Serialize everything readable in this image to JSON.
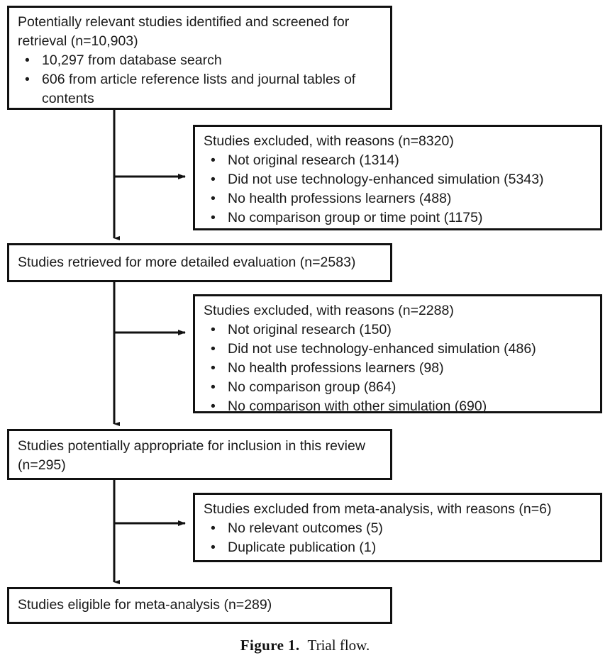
{
  "figure": {
    "caption_label": "Figure 1.",
    "caption_text": "Trial flow.",
    "bullet_glyph": "•"
  },
  "nodes": {
    "identified": {
      "header": "Potentially relevant studies identified and screened for retrieval (n=10,903)",
      "items": [
        "10,297 from database search",
        "606 from article reference lists and journal tables of contents"
      ]
    },
    "excluded_1": {
      "header": "Studies excluded, with reasons (n=8320)",
      "items": [
        "Not original research (1314)",
        "Did not use technology-enhanced simulation (5343)",
        "No health professions learners (488)",
        "No comparison group or time point (1175)"
      ]
    },
    "retrieved": {
      "header": "Studies retrieved for more detailed evaluation (n=2583)",
      "items": []
    },
    "excluded_2": {
      "header": "Studies excluded, with reasons (n=2288)",
      "items": [
        "Not original research (150)",
        "Did not use technology-enhanced simulation (486)",
        "No health professions learners (98)",
        "No comparison group (864)",
        "No comparison with other simulation (690)"
      ]
    },
    "potentially_appropriate": {
      "header": "Studies potentially appropriate for inclusion in this review (n=295)",
      "items": []
    },
    "excluded_3": {
      "header": "Studies excluded from meta-analysis, with reasons (n=6)",
      "items": [
        "No relevant outcomes (5)",
        "Duplicate publication (1)"
      ]
    },
    "eligible": {
      "header": "Studies eligible for meta-analysis (n=289)",
      "items": []
    }
  },
  "colors": {
    "border": "#111111",
    "text": "#1a1a1a",
    "background": "#ffffff",
    "connector": "#111111"
  }
}
